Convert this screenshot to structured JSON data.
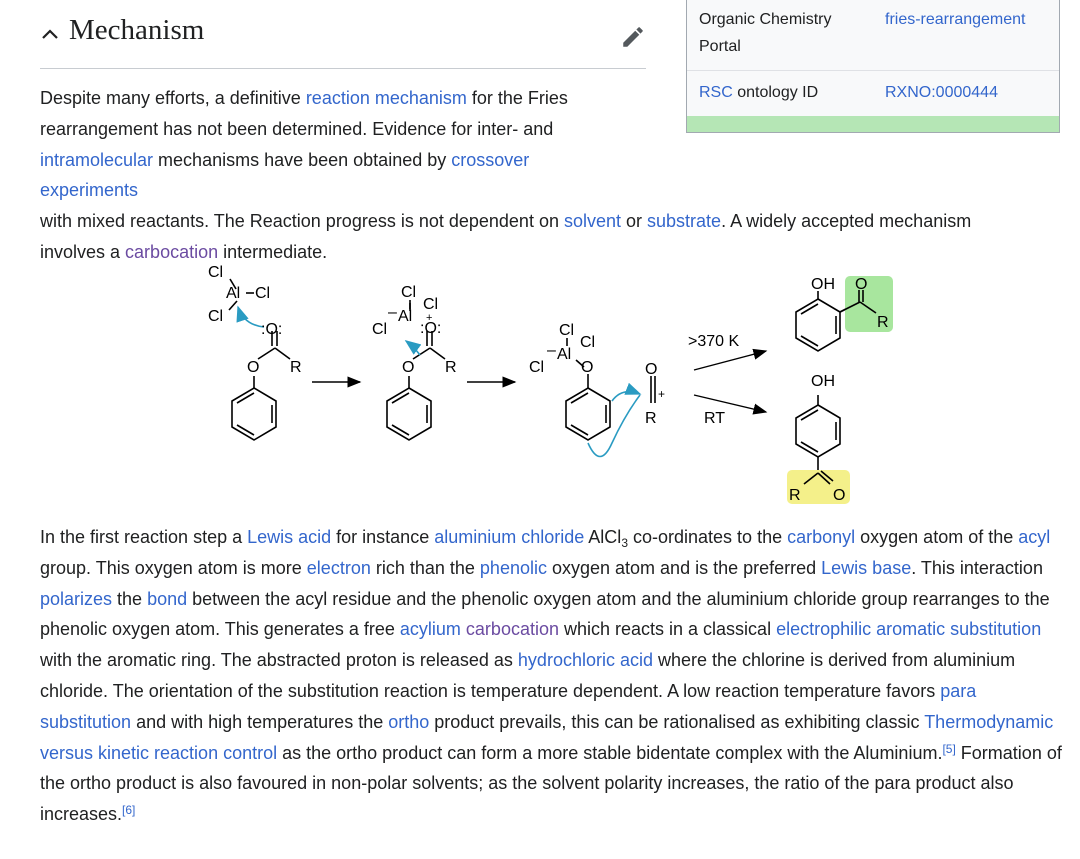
{
  "section": {
    "title": "Mechanism"
  },
  "infobox": {
    "row1_label": "Organic Chemistry Portal",
    "row1_value": "fries-rearrangement",
    "row2_label_link": "RSC",
    "row2_label_rest": " ontology ID",
    "row2_value": "RXNO:0000444"
  },
  "p1": {
    "t1": "Despite many efforts, a definitive ",
    "l1": "reaction mechanism",
    "t2": " for the Fries rearrangement has not been determined. Evidence for inter- and ",
    "l2": "intramolecular",
    "t3": " mechanisms have been obtained by ",
    "l3": "crossover experiments",
    "t4": " with mixed reactants. The Reaction progress is not dependent on ",
    "l4": "solvent",
    "t5": " or ",
    "l5": "substrate",
    "t6": ". A widely accepted mechanism involves a ",
    "l6": "carbocation",
    "t7": " intermediate."
  },
  "figure": {
    "cl": "Cl",
    "al": "Al",
    "o": "O",
    "o_lone": ":O:",
    "oh": "OH",
    "r": "R",
    "minus": "–",
    "plus": "+",
    "cond_high": ">370 K",
    "cond_rt": "RT",
    "colors": {
      "arrow_curved": "#2a9bc2",
      "ortho_highlight": "#a8e69e",
      "para_highlight": "#f4f08a"
    }
  },
  "p2": {
    "t1": "In the first reaction step a ",
    "l1": "Lewis acid",
    "t2": " for instance ",
    "l2": "aluminium chloride",
    "t3a": " AlCl",
    "sub3": "3",
    "t3b": " co-ordinates to the ",
    "l3": "carbonyl",
    "t4": " oxygen atom of the ",
    "l4": "acyl",
    "t5": " group. This oxygen atom is more ",
    "l5": "electron",
    "t6": " rich than the ",
    "l6": "phenolic",
    "t7": " oxygen atom and is the preferred ",
    "l7": "Lewis base",
    "t8": ". This interaction ",
    "l8": "polarizes",
    "t9": " the ",
    "l9": "bond",
    "t10": " between the acyl residue and the phenolic oxygen atom and the aluminium chloride group rearranges to the phenolic oxygen atom. This generates a free ",
    "l10a": "acylium",
    "t10b": " ",
    "l10b": "carbocation",
    "t11": " which reacts in a classical ",
    "l11": "electrophilic aromatic substitution",
    "t12": " with the aromatic ring. The abstracted proton is released as ",
    "l12": "hydrochloric acid",
    "t13": " where the chlorine is derived from aluminium chloride. The orientation of the substitution reaction is temperature dependent. A low reaction temperature favors ",
    "l13": "para substitution",
    "t14": " and with high temperatures the ",
    "l14": "ortho",
    "t15": " product prevails, this can be rationalised as exhibiting classic ",
    "l15": "Thermodynamic versus kinetic reaction control",
    "t16": " as the ortho product can form a more stable bidentate complex with the Aluminium.",
    "ref5": "[5]",
    "t17": " Formation of the ortho product is also favoured in non-polar solvents; as the solvent polarity increases, the ratio of the para product also increases.",
    "ref6": "[6]"
  }
}
